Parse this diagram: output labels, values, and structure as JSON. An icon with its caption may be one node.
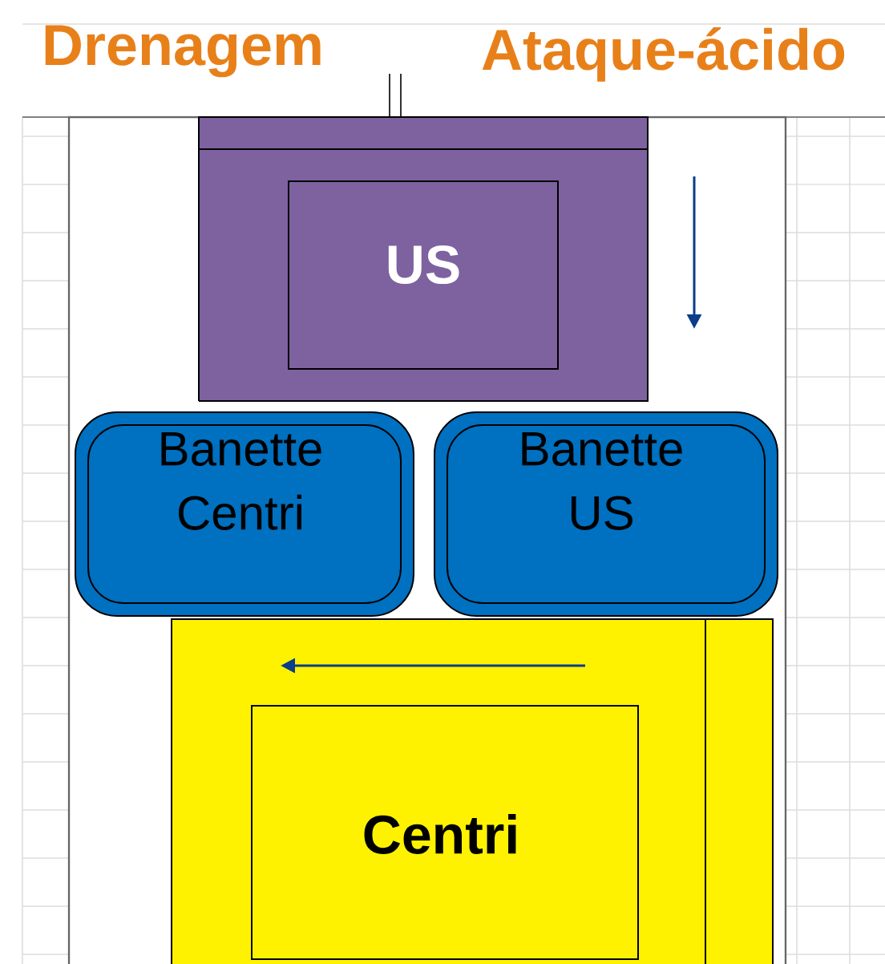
{
  "diagram": {
    "nodes": [
      {
        "text": [
          "US"
        ]
      },
      {
        "text": [
          "Banette Centri"
        ]
      },
      {
        "text": [
          "Banette US"
        ]
      },
      {
        "text": [
          "Centri"
        ]
      }
    ],
    "labels": [
      "Drenagem",
      "Ataque-ácido"
    ]
  }
}
